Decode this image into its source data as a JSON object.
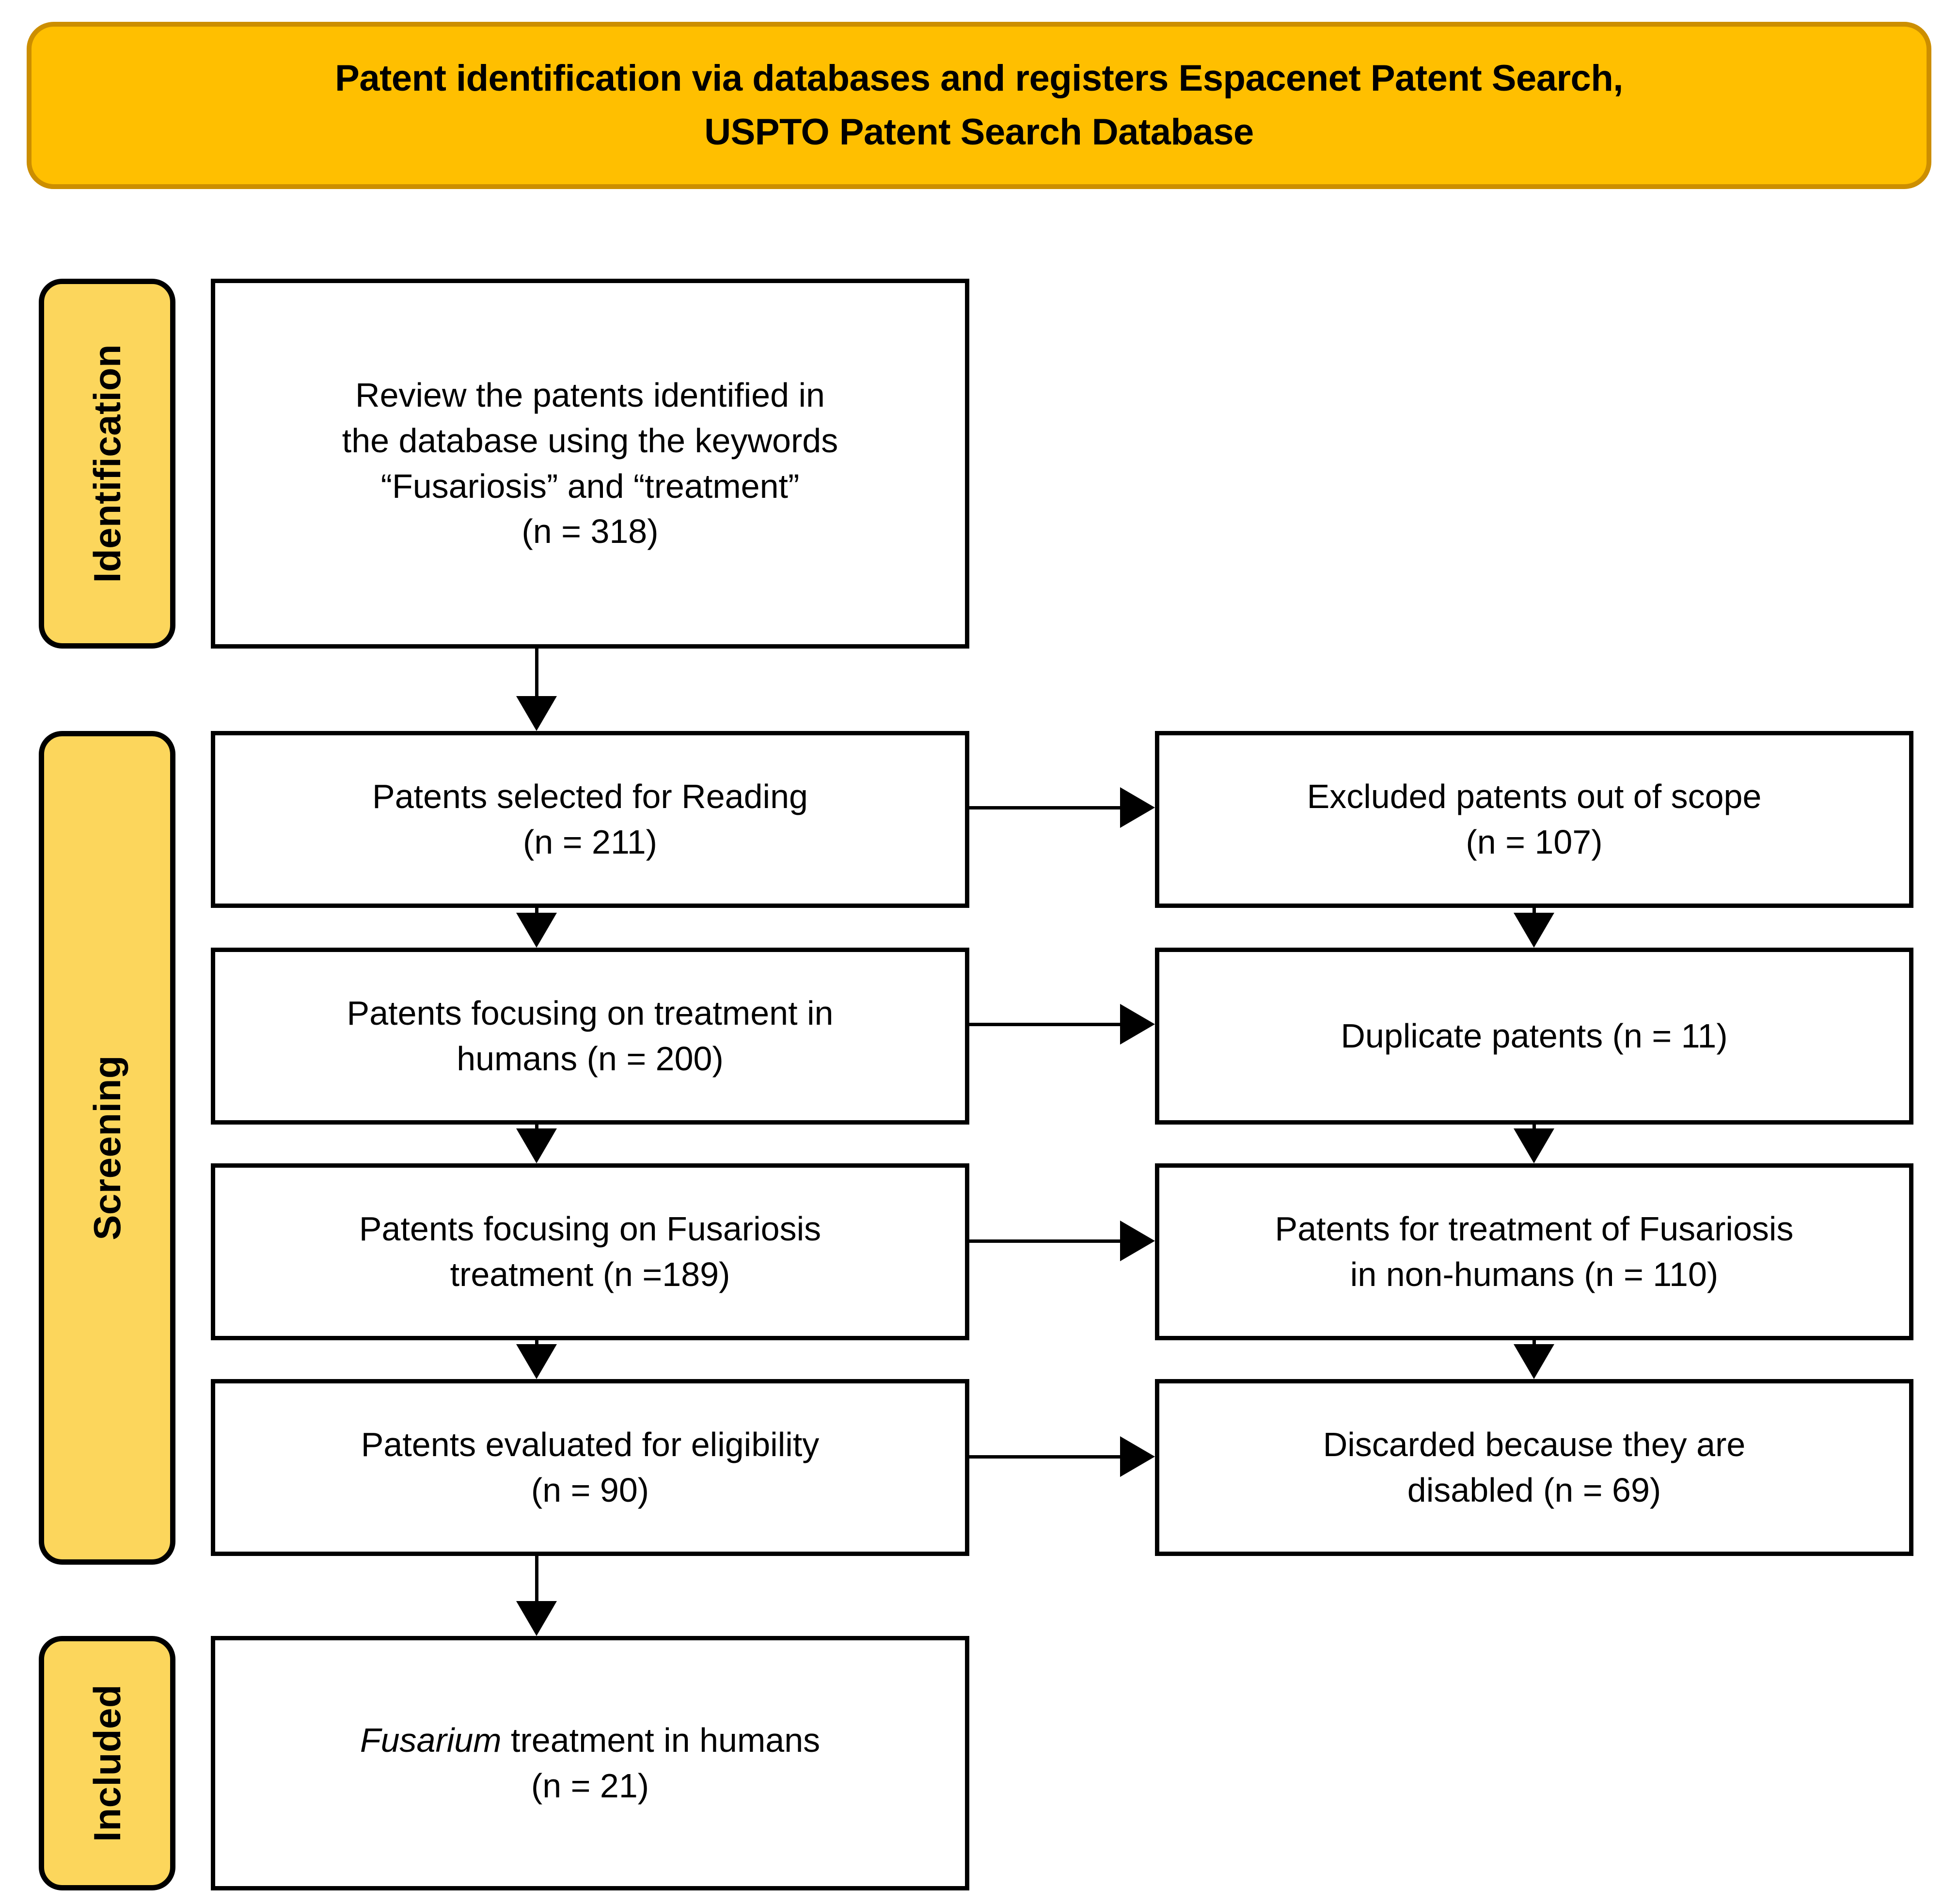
{
  "diagram": {
    "type": "prisma-flow-diagram",
    "title_banner": {
      "line1": "Patent identification via databases and registers Espacenet Patent Search,",
      "line2": "USPTO Patent Search Database",
      "fill_color": "#FFBF00",
      "border_color": "#CC8E00"
    },
    "stages": [
      {
        "label": "Identification",
        "fill_color": "#FCD65C",
        "border_color": "#000000"
      },
      {
        "label": "Screening",
        "fill_color": "#FCD65C",
        "border_color": "#000000"
      },
      {
        "label": "Included",
        "fill_color": "#FCD65C",
        "border_color": "#000000"
      }
    ],
    "main_flow": [
      {
        "id": "identify",
        "line1": "Review the patents identified in",
        "line2": "the database using the keywords",
        "line3": "“Fusariosis” and “treatment”",
        "line4": "(n = 318)",
        "n": 318
      },
      {
        "id": "reading",
        "line1": "Patents selected for Reading",
        "line2": "(n = 211)",
        "n": 211
      },
      {
        "id": "humans",
        "line1": "Patents focusing on treatment in",
        "line2": "humans (n = 200)",
        "n": 200
      },
      {
        "id": "fusariosis",
        "line1": "Patents focusing on Fusariosis",
        "line2": "treatment (n =189)",
        "n": 189
      },
      {
        "id": "eligibility",
        "line1": "Patents evaluated for eligibility",
        "line2": "(n = 90)",
        "n": 90
      },
      {
        "id": "included",
        "italic_word": "Fusarium",
        "line1_rest": " treatment in humans",
        "line2": "(n = 21)",
        "n": 21
      }
    ],
    "exclusion_flow": [
      {
        "id": "excluded",
        "line1": "Excluded patents out of scope",
        "line2": "(n = 107)",
        "n": 107
      },
      {
        "id": "duplicate",
        "line1": "Duplicate patents (n = 11)",
        "line2": "",
        "n": 11
      },
      {
        "id": "nonhuman",
        "line1": "Patents for treatment of Fusariosis",
        "line2": "in non-humans (n = 110)",
        "n": 110
      },
      {
        "id": "discarded",
        "line1": "Discarded because they are",
        "line2": "disabled (n = 69)",
        "n": 69
      }
    ]
  }
}
